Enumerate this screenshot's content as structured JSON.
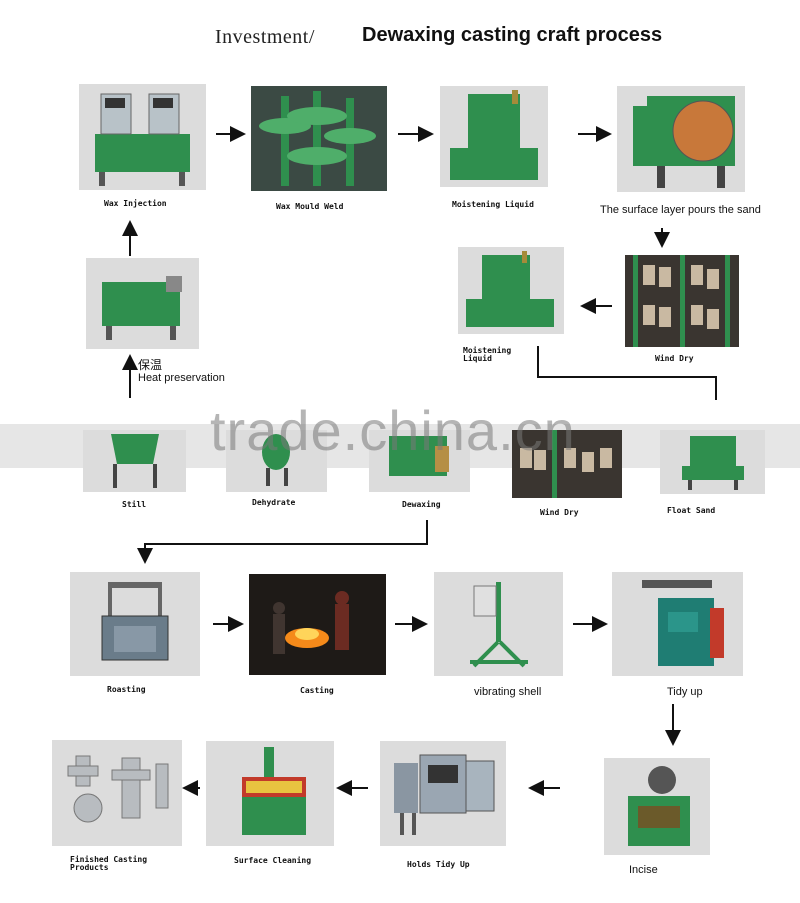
{
  "title": {
    "left": "Investment/",
    "right": "Dewaxing casting craft process"
  },
  "watermark": "trade.china.cn",
  "steps": {
    "wax_injection": "Wax Injection",
    "wax_mould_weld": "Wax Mould Weld",
    "moistening_liquid_1": "Moistening Liquid",
    "surface_pour": "The surface layer pours the sand",
    "moistening_liquid_2_a": "Moistening",
    "moistening_liquid_2_b": "Liquid",
    "wind_dry_1": "Wind Dry",
    "heat_cn": "保温",
    "heat_en": "Heat preservation",
    "still": "Still",
    "dehydrate": "Dehydrate",
    "dewaxing": "Dewaxing",
    "wind_dry_2": "Wind Dry",
    "float_sand": "Float Sand",
    "roasting": "Roasting",
    "casting": "Casting",
    "vibrating_shell": "vibrating shell",
    "tidy_up": "Tidy up",
    "finished_a": "Finished Casting",
    "finished_b": "Products",
    "surface_cleaning": "Surface Cleaning",
    "holds_tidy_up": "Holds Tidy Up",
    "incise": "Incise"
  },
  "colors": {
    "machine_green": "#2f8f4e",
    "arrow": "#111111"
  }
}
